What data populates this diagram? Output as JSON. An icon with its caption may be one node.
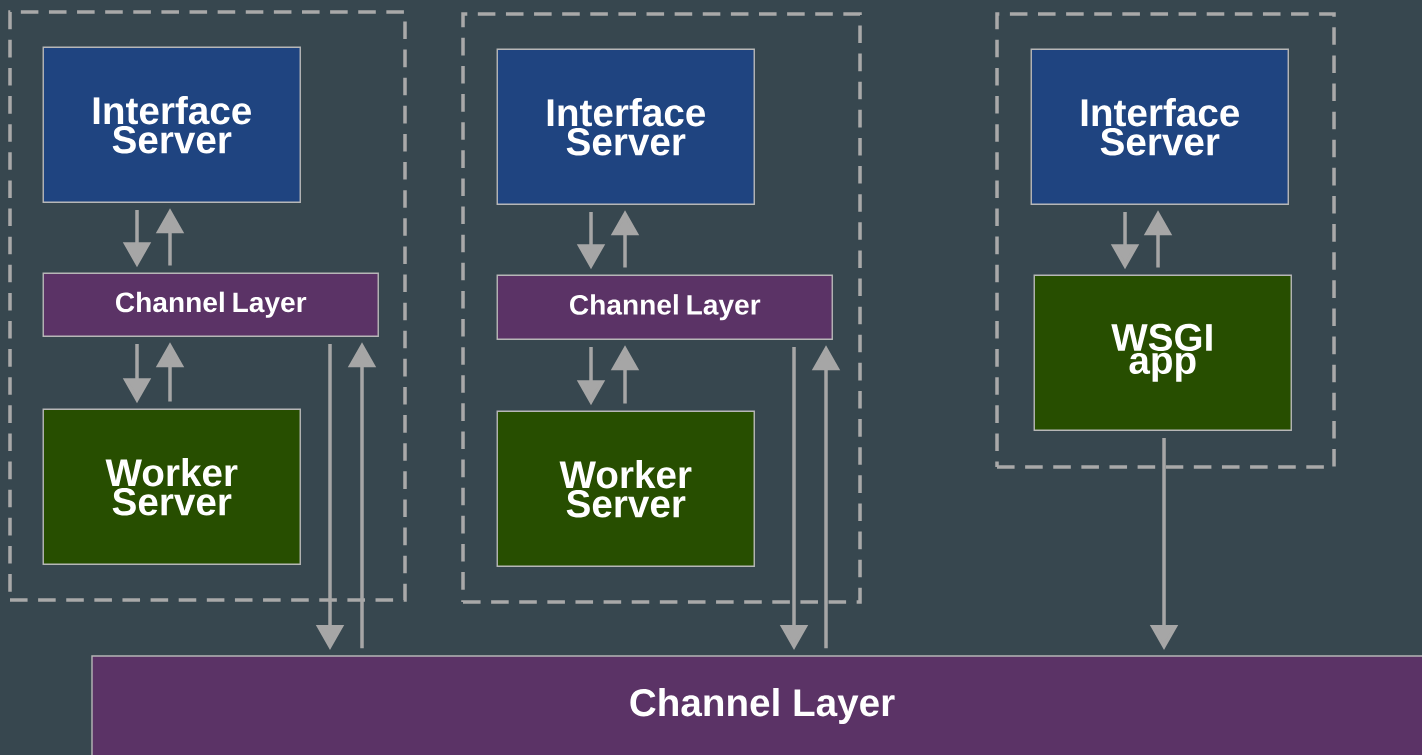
{
  "diagram": {
    "nodes": [
      {
        "text": [],
        "shape": "box"
      },
      {
        "text": [
          "Interface Server"
        ],
        "in": 0
      },
      {
        "text": [
          "Channel Layer"
        ],
        "in": 0
      },
      {
        "text": [
          "Worker Server"
        ],
        "in": 0
      },
      {
        "text": [],
        "shape": "box"
      },
      {
        "text": [
          "Interface Server"
        ],
        "in": 4
      },
      {
        "text": [
          "Channel Layer"
        ],
        "in": 4
      },
      {
        "text": [
          "Worker Server"
        ],
        "in": 4
      },
      {
        "text": [],
        "shape": "box"
      },
      {
        "text": [
          "Interface Server"
        ],
        "in": 8
      },
      {
        "text": [
          "WSGI app"
        ],
        "in": 8
      },
      {
        "text": [
          "Channel Layer"
        ]
      }
    ],
    "edges": [
      {
        "from": 1,
        "to": 2,
        "arrow": "to"
      },
      {
        "from": 2,
        "to": 1,
        "arrow": "to"
      },
      {
        "from": 2,
        "to": 3,
        "arrow": "to"
      },
      {
        "from": 3,
        "to": 2,
        "arrow": "to"
      },
      {
        "from": 2,
        "to": 11,
        "arrow": "to"
      },
      {
        "from": 11,
        "to": 2,
        "arrow": "to"
      },
      {
        "from": 5,
        "to": 6,
        "arrow": "to"
      },
      {
        "from": 6,
        "to": 5,
        "arrow": "to"
      },
      {
        "from": 6,
        "to": 7,
        "arrow": "to"
      },
      {
        "from": 7,
        "to": 6,
        "arrow": "to"
      },
      {
        "from": 6,
        "to": 11,
        "arrow": "to"
      },
      {
        "from": 11,
        "to": 6,
        "arrow": "to"
      },
      {
        "from": 9,
        "to": 10,
        "arrow": "to"
      },
      {
        "from": 10,
        "to": 9,
        "arrow": "to"
      },
      {
        "from": 10,
        "to": 11,
        "arrow": "to"
      }
    ]
  }
}
